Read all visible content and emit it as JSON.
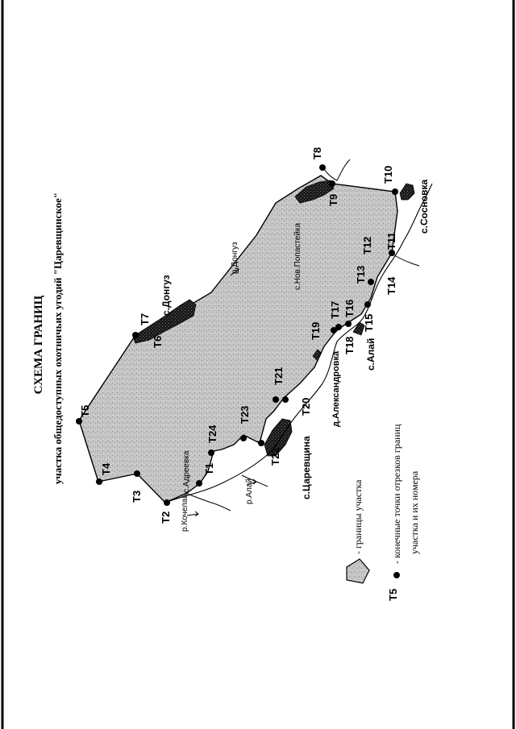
{
  "title": "СХЕМА ГРАНИЦ",
  "subtitle": "участка общедоступных охотничьих угодий \"Царевщинское\"",
  "points": [
    "T1",
    "T2",
    "T3",
    "T4",
    "T5",
    "T6",
    "T7",
    "T8",
    "T9",
    "T10",
    "T11",
    "T12",
    "T13",
    "T14",
    "T15",
    "T16",
    "T17",
    "T18",
    "T19",
    "T20",
    "T21",
    "T22",
    "T23",
    "T24"
  ],
  "settlements": {
    "dongus": "с.Донгуз",
    "nov_popasteyka": "с.Нов.Попастейка",
    "sosnovka": "с.Сосновка",
    "alay": "с.Алай",
    "aleksandrovka": "д.Александровка",
    "tsarevshchina": "с.Царевщина",
    "adreevka": "с.Адреевка"
  },
  "rivers": {
    "dongus": "р.Донгуз",
    "kochelay": "р.Кочелай",
    "alay": "р.Алай"
  },
  "legend": {
    "boundary": "- границы участка",
    "points_line1": "- конечные точки отрезков границ",
    "points_line2": "участка и их номера",
    "sample_point": "T5"
  },
  "colors": {
    "fill": "#bdbdbd",
    "ink": "#000000"
  }
}
